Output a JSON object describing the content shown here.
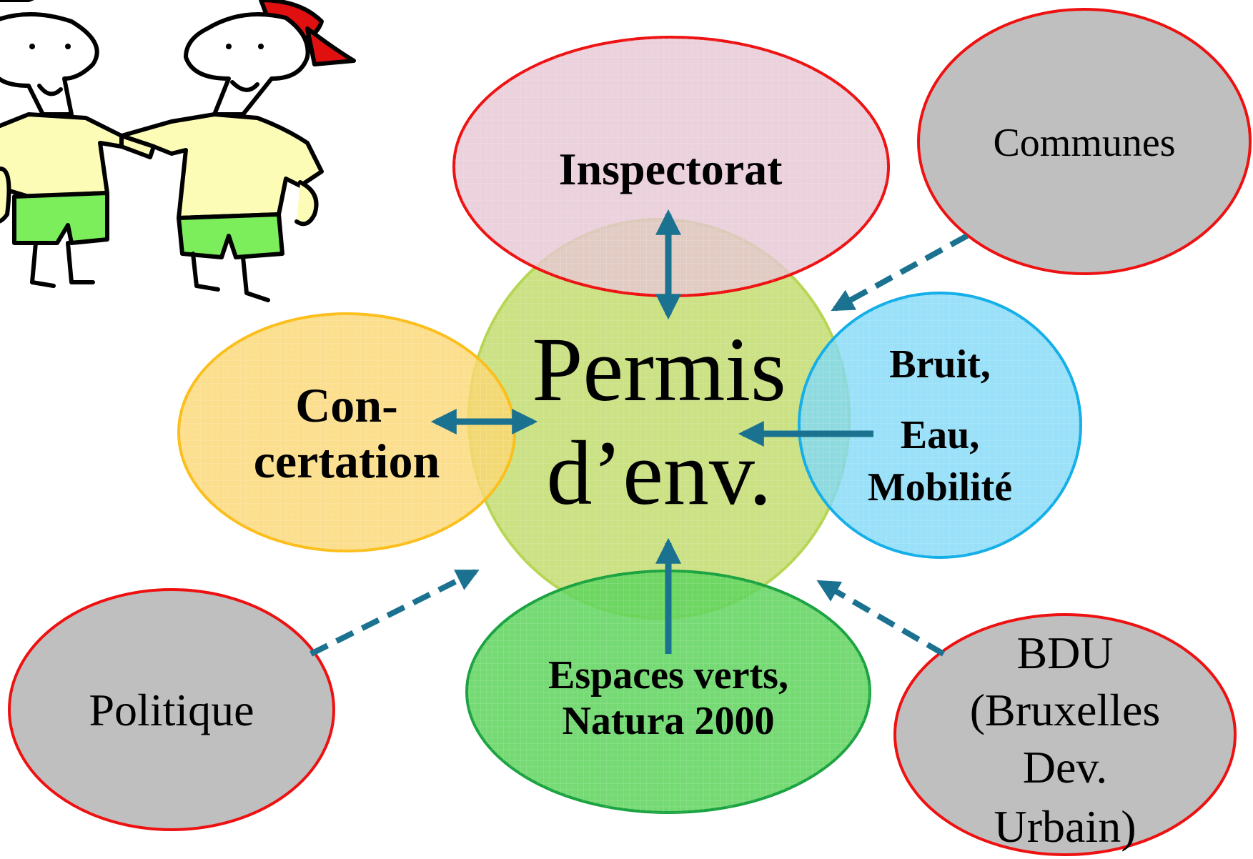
{
  "diagram": {
    "center": {
      "line1": "Permis",
      "line2": "d’env."
    },
    "inspectorat": "Inspectorat",
    "concertation": {
      "line1": "Con-",
      "line2": "certation"
    },
    "bruit": {
      "line1": "Bruit,",
      "line2": "Eau,",
      "line3": "Mobilité"
    },
    "espaces": {
      "line1": "Espaces verts,",
      "line2": "Natura 2000"
    },
    "communes": "Communes",
    "politique": "Politique",
    "bdu": {
      "line1": "BDU",
      "line2": "(Bruxelles",
      "line3": "Dev.",
      "line4": "Urbain)"
    }
  },
  "colors": {
    "center_fill": "#c2dc6e",
    "inspectorat_fill": "#e6c6d3",
    "concertation_fill": "#fbd772",
    "bruit_fill": "#7fd8f6",
    "espaces_fill": "#5ed35c",
    "outer_fill": "#bfbfbf",
    "outer_stroke": "#ee1111",
    "arrow": "#1a7290"
  },
  "illustration": {
    "icon": "two-cartoon-children-holding-hands-icon"
  }
}
